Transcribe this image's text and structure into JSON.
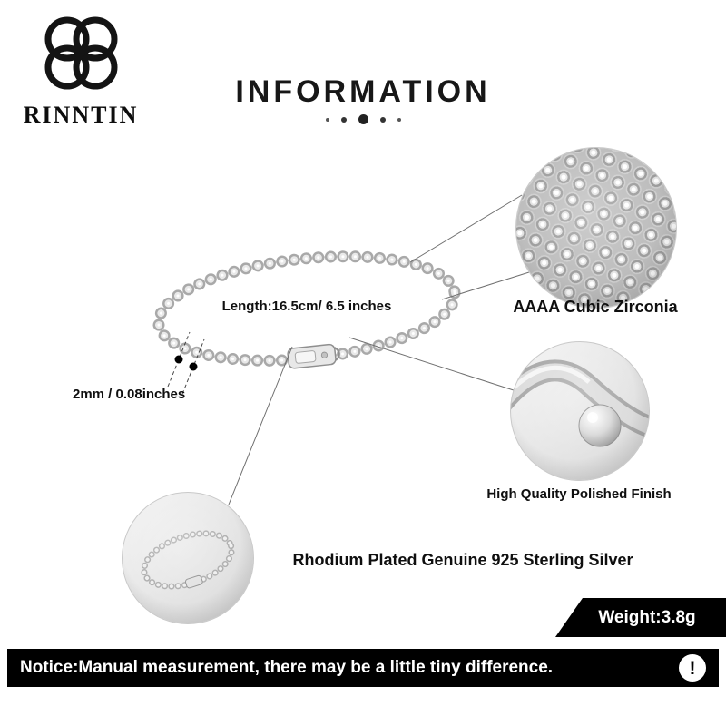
{
  "brand": {
    "name": "RINNTIN"
  },
  "header": {
    "title": "INFORMATION"
  },
  "product": {
    "length_label": "Length:16.5cm/ 6.5 inches",
    "width_label": "2mm / 0.08inches"
  },
  "callouts": [
    {
      "id": "cubic-zirconia",
      "label": "AAAA Cubic Zirconia"
    },
    {
      "id": "polished-finish",
      "label": "High Quality Polished Finish"
    },
    {
      "id": "sterling-silver",
      "label": "Rhodium Plated Genuine 925 Sterling Silver"
    }
  ],
  "weight_banner": {
    "label": "Weight:3.8g"
  },
  "notice": {
    "text": "Notice:Manual measurement, there may be a little tiny difference.",
    "icon_glyph": "!"
  },
  "colors": {
    "banner_bg": "#000000",
    "text": "#111111",
    "metal_light": "#ececec",
    "metal_dark": "#a8a8a8"
  }
}
